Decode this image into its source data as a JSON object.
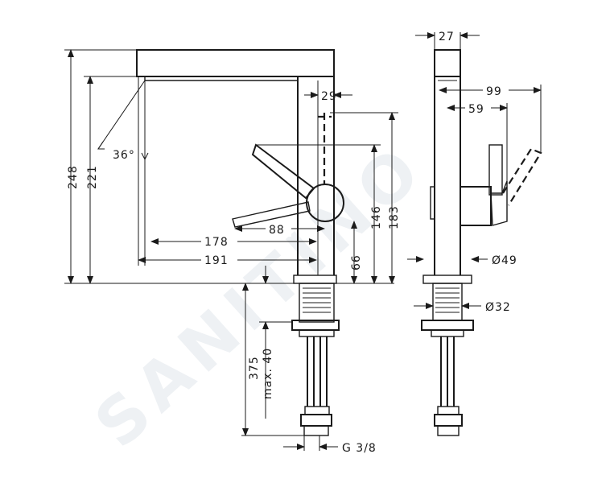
{
  "watermark": "SANITINO",
  "front_view": {
    "dims": {
      "height_total": "248",
      "height_outlet": "221",
      "spout_angle": "36°",
      "spout_reach_178": "178",
      "spout_reach_191": "191",
      "lever_88": "88",
      "body_29": "29",
      "lever_146": "146",
      "lever_183": "183",
      "lever_66": "66",
      "shank_375": "375",
      "deck_max": "max. 40",
      "thread": "G 3/8"
    }
  },
  "side_view": {
    "dims": {
      "top_width": "27",
      "lever_99": "99",
      "lever_59": "59",
      "diameter_49": "Ø49",
      "diameter_32": "Ø32"
    }
  }
}
